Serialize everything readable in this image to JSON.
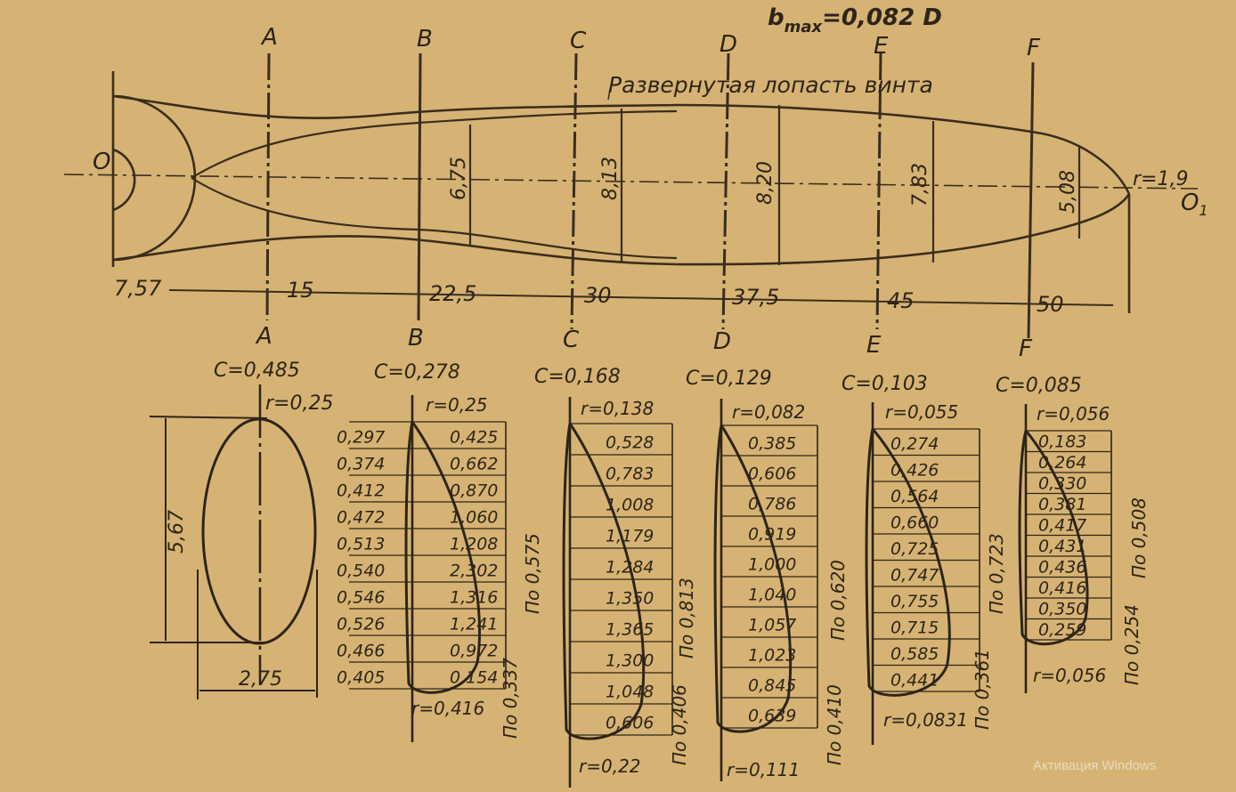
{
  "title": {
    "bmax": "b",
    "bmax_sub": "max",
    "bmax_eq": "=0,082 D"
  },
  "blade_caption": "Развернутая лопасть винта",
  "origin_label": "O",
  "tip_label": "O",
  "tip_label_sub": "1",
  "tip_r": "r=1,9",
  "section_letters": [
    "A",
    "B",
    "C",
    "D",
    "E",
    "F"
  ],
  "dims_bottom": [
    "7,57",
    "15",
    "22,5",
    "30",
    "37,5",
    "45",
    "50"
  ],
  "widths": [
    "6,75",
    "8,13",
    "8,20",
    "7,83",
    "5,08"
  ],
  "sections": [
    {
      "id": "A",
      "c": "C=0,485",
      "r_top": "r=0,25",
      "height": "5,67",
      "width": "2,75",
      "left": [],
      "right": [],
      "r_bot": "",
      "label_right": "",
      "label_left": ""
    },
    {
      "id": "B",
      "c": "C=0,278",
      "r_top": "r=0,25",
      "left": [
        "0,297",
        "0,374",
        "0,412",
        "0,472",
        "0,513",
        "0,540",
        "0,546",
        "0,526",
        "0,466",
        "0,405"
      ],
      "right": [
        "0,425",
        "0,662",
        "0,870",
        "1,060",
        "1,208",
        "2,302",
        "1,316",
        "1,241",
        "0,972",
        "0,154"
      ],
      "r_bot": "r=0,416",
      "label_right": "По 0,575",
      "label_left": "По 0,337"
    },
    {
      "id": "C",
      "c": "C=0,168",
      "r_top": "r=0,138",
      "right": [
        "0,528",
        "0,783",
        "1,008",
        "1,179",
        "1,284",
        "1,350",
        "1,365",
        "1,300",
        "1,048",
        "0,606"
      ],
      "r_bot": "r=0,22",
      "label_right": "По 0,813",
      "label_left": "По 0,406"
    },
    {
      "id": "D",
      "c": "C=0,129",
      "r_top": "r=0,082",
      "right": [
        "0,385",
        "0,606",
        "0,786",
        "0,919",
        "1,000",
        "1,040",
        "1,057",
        "1,023",
        "0,845",
        "0,639"
      ],
      "r_bot": "r=0,111",
      "label_right": "По 0,620",
      "label_left": "По 0,410"
    },
    {
      "id": "E",
      "c": "C=0,103",
      "r_top": "r=0,055",
      "right": [
        "0,274",
        "0,426",
        "0,564",
        "0,660",
        "0,725",
        "0,747",
        "0,755",
        "0,715",
        "0,585",
        "0,441"
      ],
      "r_bot": "r=0,0831",
      "label_right": "По 0,723",
      "label_left": "По 0,361"
    },
    {
      "id": "F",
      "c": "C=0,085",
      "r_top": "r=0,056",
      "right": [
        "0,183",
        "0,264",
        "0,330",
        "0,381",
        "0,417",
        "0,431",
        "0,436",
        "0,416",
        "0,350",
        "0,259"
      ],
      "r_bot": "r=0,056",
      "label_right": "По 0,508",
      "label_left": "По 0,254"
    }
  ],
  "watermark": "Активация Windows"
}
